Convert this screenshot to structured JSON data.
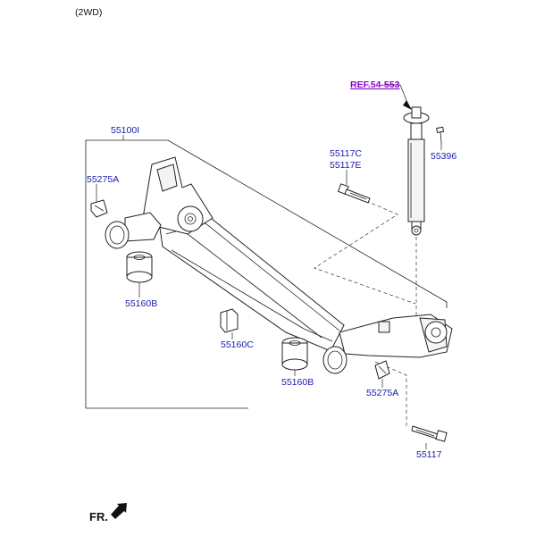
{
  "header": {
    "variant": "(2WD)"
  },
  "reference": {
    "label": "REF.54-553"
  },
  "labels": {
    "assembly": "55100I",
    "bolt_upper_c": "55117C",
    "bolt_upper_e": "55117E",
    "shock_bolt": "55396",
    "bracket_left": "55275A",
    "bushing_left": "55160B",
    "stopper": "55160C",
    "bushing_right": "55160B",
    "bracket_right": "55275A",
    "bolt_lower": "55117"
  },
  "footer": {
    "direction": "FR."
  },
  "colors": {
    "label": "#1a1ab0",
    "reference": "#8a00c8",
    "line": "#222222"
  }
}
